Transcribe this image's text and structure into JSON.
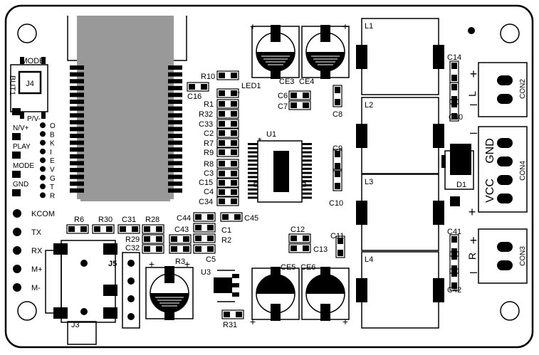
{
  "board": {
    "left_pins": [
      "KCOM",
      "TX",
      "RX",
      "M+",
      "M-"
    ],
    "btn_pins": [
      "P/V-",
      "N/V+",
      "PLAY",
      "MODE",
      "GND"
    ],
    "vert_letters": [
      "O",
      "B",
      "K",
      "I",
      "E",
      "V",
      "G",
      "T",
      "R"
    ],
    "button_top": "MODE",
    "button_ref": "BUT1",
    "button_body": "J4"
  },
  "labels": {
    "R10": "R10",
    "C16": "C16",
    "LED1": "LED1",
    "R1": "R1",
    "R32": "R32",
    "C33": "C33",
    "C2": "C2",
    "R7": "R7",
    "R9": "R9",
    "R8": "R8",
    "C3": "C3",
    "C15": "C15",
    "C4": "C4",
    "C34": "C34",
    "CE3": "CE3",
    "CE4": "CE4",
    "CE5": "CE5",
    "CE6": "CE6",
    "C6": "C6",
    "C7": "C7",
    "C8": "C8",
    "U1": "U1",
    "C9": "C9",
    "C10": "C10",
    "C44": "C44",
    "C45": "C45",
    "C43": "C43",
    "C1": "C1",
    "R2": "R2",
    "C5": "C5",
    "R6": "R6",
    "R30": "R30",
    "C31": "C31",
    "R28": "R28",
    "R29": "R29",
    "C32": "C32",
    "J5": "J5",
    "R3": "R3",
    "U3": "U3",
    "R31": "R31",
    "J3": "J3",
    "C12": "C12",
    "C13": "C13",
    "C11": "C11",
    "L1": "L1",
    "L2": "L2",
    "L3": "L3",
    "L4": "L4",
    "C14": "C14",
    "C40": "C40",
    "C41": "C41",
    "C42": "C42",
    "D1": "D1",
    "CON2": "CON2",
    "CON3": "CON3",
    "CON4": "CON4",
    "GND": "GND",
    "VCC": "VCC",
    "L": "L",
    "R": "R",
    "plus": "+",
    "minus": "–",
    "minus_small": "-",
    "star": "*"
  }
}
